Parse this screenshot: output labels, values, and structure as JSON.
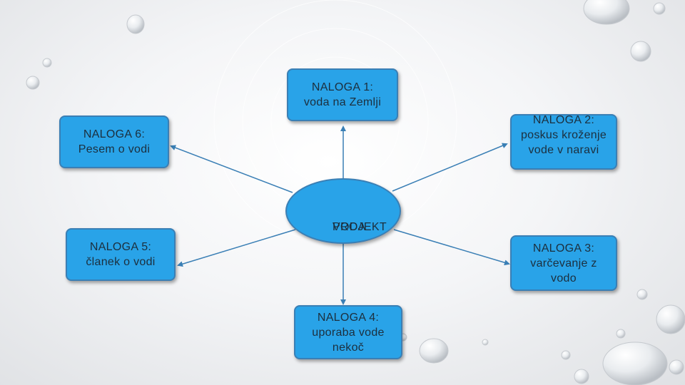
{
  "center": {
    "line1": "PROJEKT",
    "line2": "VODA"
  },
  "tasks": [
    {
      "title": "NALOGA 1:",
      "text": "voda na Zemlji"
    },
    {
      "title": "NALOGA 2:",
      "text": "poskus kroženje vode v naravi"
    },
    {
      "title": "NALOGA 3:",
      "text": "varčevanje z vodo"
    },
    {
      "title": "NALOGA 4:",
      "text": "uporaba vode nekoč"
    },
    {
      "title": "NALOGA 5:",
      "text": "članek o vodi"
    },
    {
      "title": "NALOGA 6:",
      "text": "Pesem o vodi"
    }
  ],
  "colors": {
    "node_fill": "#29a3e8",
    "node_border": "#3a7fb5",
    "arrow": "#3a7fb5"
  }
}
